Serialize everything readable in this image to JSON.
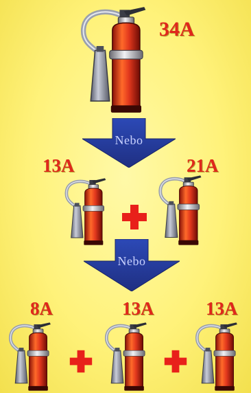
{
  "diagram": {
    "top": {
      "rating": "34A"
    },
    "arrow1": {
      "label": "Nebo"
    },
    "middle": {
      "left_rating": "13A",
      "right_rating": "21A",
      "operator": "+"
    },
    "arrow2": {
      "label": "Nebo"
    },
    "bottom": {
      "ratings": [
        "8A",
        "13A",
        "13A"
      ],
      "operator": "+"
    }
  },
  "colors": {
    "background": "#fff27a",
    "extinguisher_red": "#e2381d",
    "label_red": "#e0271c",
    "arrow_blue": "#2a3f9a",
    "plus_red": "#e8201a"
  },
  "icons": [
    "fire-extinguisher-icon",
    "arrow-down-icon",
    "plus-icon"
  ]
}
